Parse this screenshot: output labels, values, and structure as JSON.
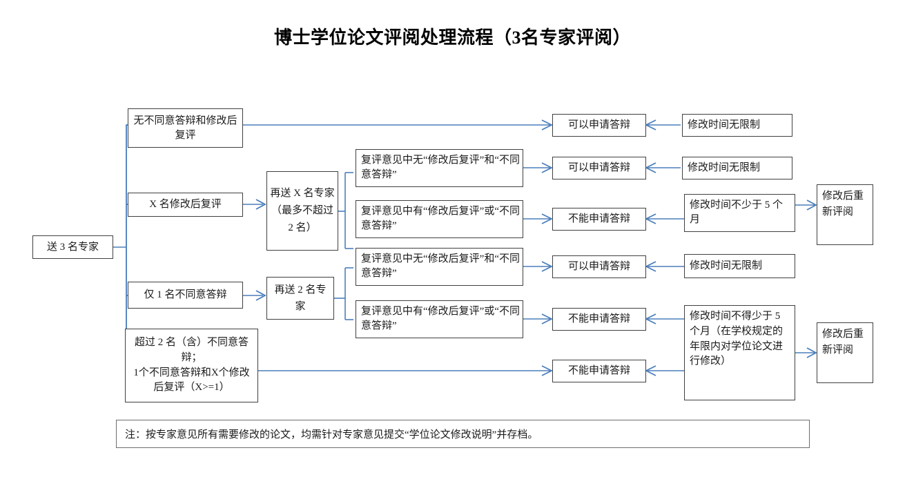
{
  "title": "博士学位论文评阅处理流程（3名专家评阅）",
  "start": {
    "label": "送 3 名专家"
  },
  "branches": [
    {
      "id": "branch-no-objection",
      "label": "无不同意答辩和修改后复评"
    },
    {
      "id": "branch-x-revise",
      "label": "X 名修改后复评"
    },
    {
      "id": "branch-one-objection",
      "label": "仅 1 名不同意答辩"
    },
    {
      "id": "branch-two-or-more",
      "label": "超过 2 名（含）不同意答辩；\n1个不同意答辩和X个修改后复评（X>=1）"
    }
  ],
  "resend": [
    {
      "id": "resend-x-experts",
      "label": "再送 X 名专家（最多不超过 2 名）"
    },
    {
      "id": "resend-two-experts",
      "label": "再送 2 名专家"
    }
  ],
  "opinions": [
    {
      "id": "opinion-1",
      "label": "复评意见中无“修改后复评”和“不同意答辩”"
    },
    {
      "id": "opinion-2",
      "label": "复评意见中有“修改后复评”或“不同意答辩”"
    },
    {
      "id": "opinion-3",
      "label": "复评意见中无“修改后复评”和“不同意答辩”"
    },
    {
      "id": "opinion-4",
      "label": "复评意见中有“修改后复评”或“不同意答辩”"
    }
  ],
  "outcomes": [
    {
      "id": "outcome-1",
      "label": "可以申请答辩"
    },
    {
      "id": "outcome-2",
      "label": "可以申请答辩"
    },
    {
      "id": "outcome-3",
      "label": "不能申请答辩"
    },
    {
      "id": "outcome-4",
      "label": "可以申请答辩"
    },
    {
      "id": "outcome-5",
      "label": "不能申请答辩"
    },
    {
      "id": "outcome-6",
      "label": "不能申请答辩"
    }
  ],
  "time_limits": [
    {
      "id": "time-limit-1",
      "label": "修改时间无限制"
    },
    {
      "id": "time-limit-2",
      "label": "修改时间无限制"
    },
    {
      "id": "time-limit-3",
      "label": "修改时间不少于 5 个月"
    },
    {
      "id": "time-limit-4",
      "label": "修改时间无限制"
    },
    {
      "id": "time-limit-5",
      "label": "修改时间不得少于 5 个月（在学校规定的年限内对学位论文进行修改）"
    }
  ],
  "rereview": [
    {
      "id": "rereview-1",
      "label": "修改后重新评阅"
    },
    {
      "id": "rereview-2",
      "label": "修改后重新评阅"
    }
  ],
  "note": "注：按专家意见所有需要修改的论文，均需针对专家意见提交“学位论文修改说明”并存档。",
  "colors": {
    "wire": "#4a7ebb",
    "box_border": "#3f3f3f",
    "text": "#1a1a1a"
  }
}
